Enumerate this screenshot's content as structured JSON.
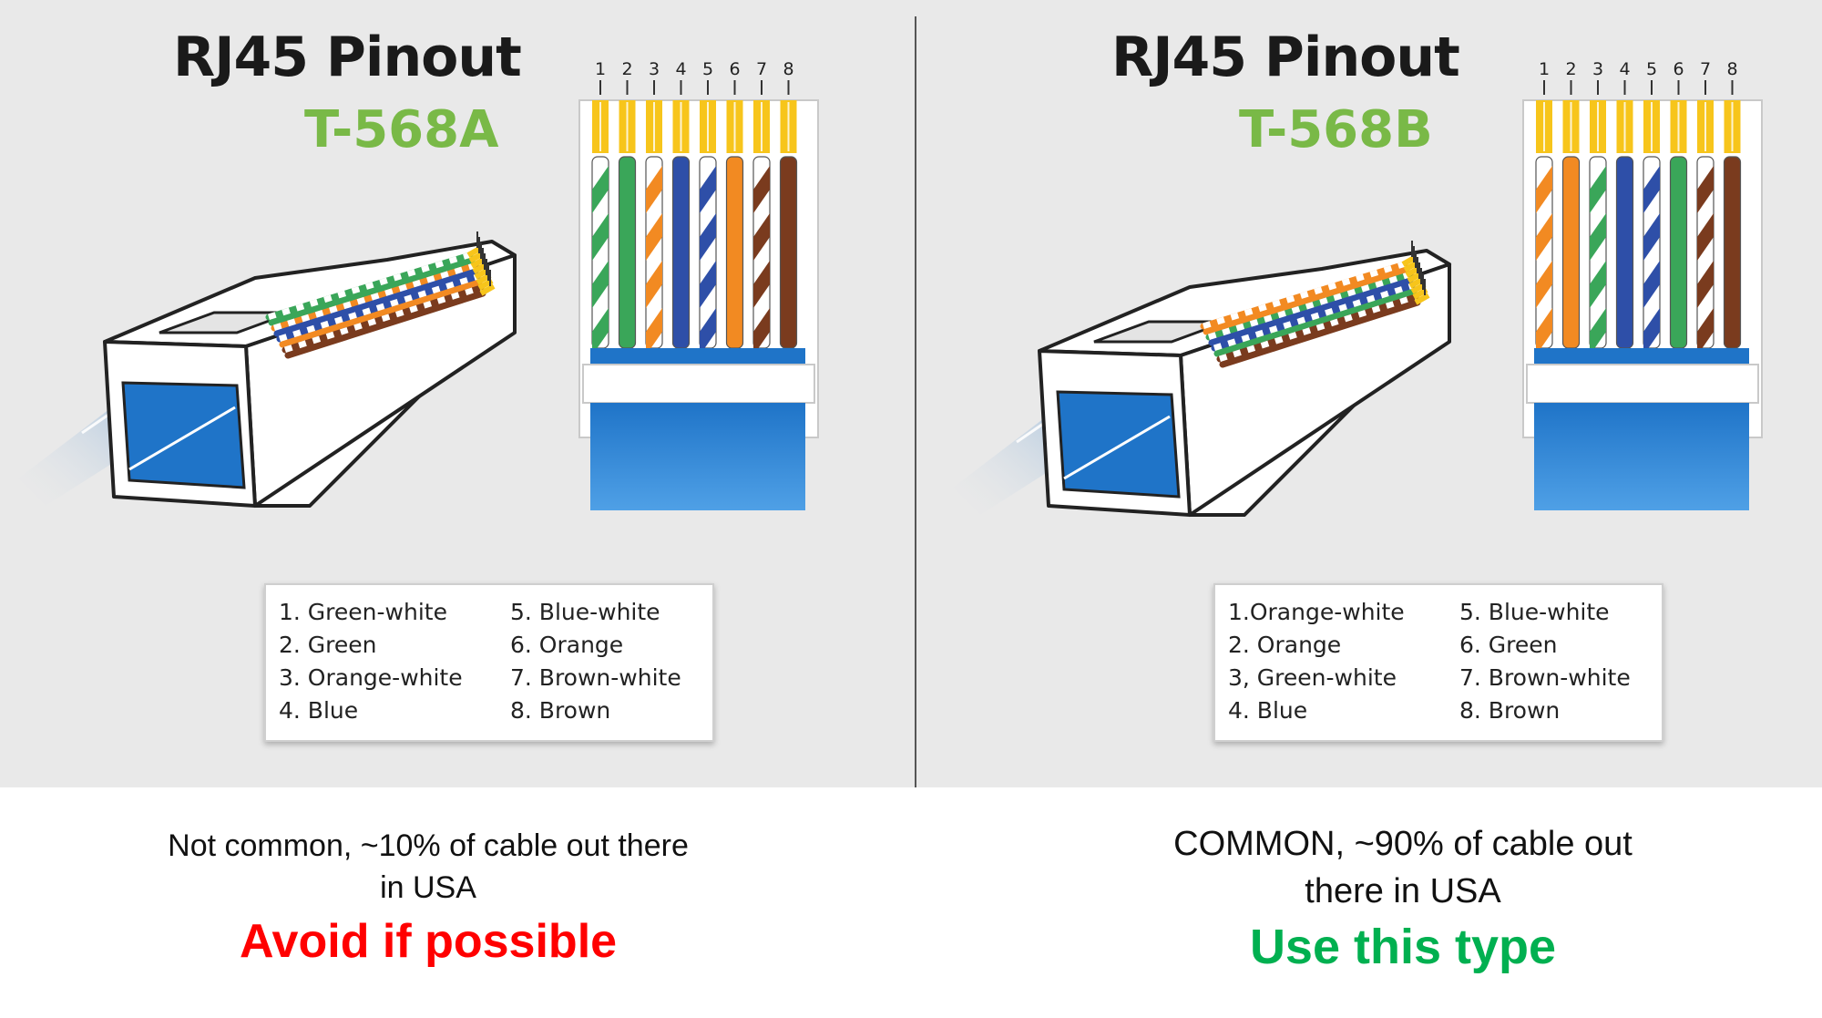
{
  "colors": {
    "background": "#e9e9e9",
    "standard_green": "#79b947",
    "avoid_red": "#ff0000",
    "use_green": "#00b050",
    "cable_blue": "#1f74c8"
  },
  "wire_colors": {
    "green": "#3aa659",
    "orange": "#f28a22",
    "blue": "#2e4fa8",
    "brown": "#7a3b1e",
    "white": "#ffffff",
    "gold": "#f7c51b"
  },
  "panels": [
    {
      "title": "RJ45 Pinout",
      "standard": "T-568A",
      "pin_numbers": [
        "1",
        "2",
        "3",
        "4",
        "5",
        "6",
        "7",
        "8"
      ],
      "wires": [
        {
          "color": "green",
          "striped": true
        },
        {
          "color": "green",
          "striped": false
        },
        {
          "color": "orange",
          "striped": true
        },
        {
          "color": "blue",
          "striped": false
        },
        {
          "color": "blue",
          "striped": true
        },
        {
          "color": "orange",
          "striped": false
        },
        {
          "color": "brown",
          "striped": true
        },
        {
          "color": "brown",
          "striped": false
        }
      ],
      "legend": [
        "1. Green-white",
        "2. Green",
        "3. Orange-white",
        "4. Blue",
        "5. Blue-white",
        "6. Orange",
        "7. Brown-white",
        "8. Brown"
      ],
      "caption_line1": "Not common, ~10% of cable out there",
      "caption_line2": "in USA",
      "verdict": "Avoid if possible",
      "verdict_color": "#ff0000"
    },
    {
      "title": "RJ45 Pinout",
      "standard": "T-568B",
      "pin_numbers": [
        "1",
        "2",
        "3",
        "4",
        "5",
        "6",
        "7",
        "8"
      ],
      "wires": [
        {
          "color": "orange",
          "striped": true
        },
        {
          "color": "orange",
          "striped": false
        },
        {
          "color": "green",
          "striped": true
        },
        {
          "color": "blue",
          "striped": false
        },
        {
          "color": "blue",
          "striped": true
        },
        {
          "color": "green",
          "striped": false
        },
        {
          "color": "brown",
          "striped": true
        },
        {
          "color": "brown",
          "striped": false
        }
      ],
      "legend": [
        "1.Orange-white",
        "2. Orange",
        "3, Green-white",
        "4. Blue",
        "5. Blue-white",
        "6. Green",
        "7. Brown-white",
        "8. Brown"
      ],
      "caption_line1": "COMMON, ~90% of cable out",
      "caption_line2": "there in USA",
      "verdict": "Use this type",
      "verdict_color": "#00b050"
    }
  ]
}
